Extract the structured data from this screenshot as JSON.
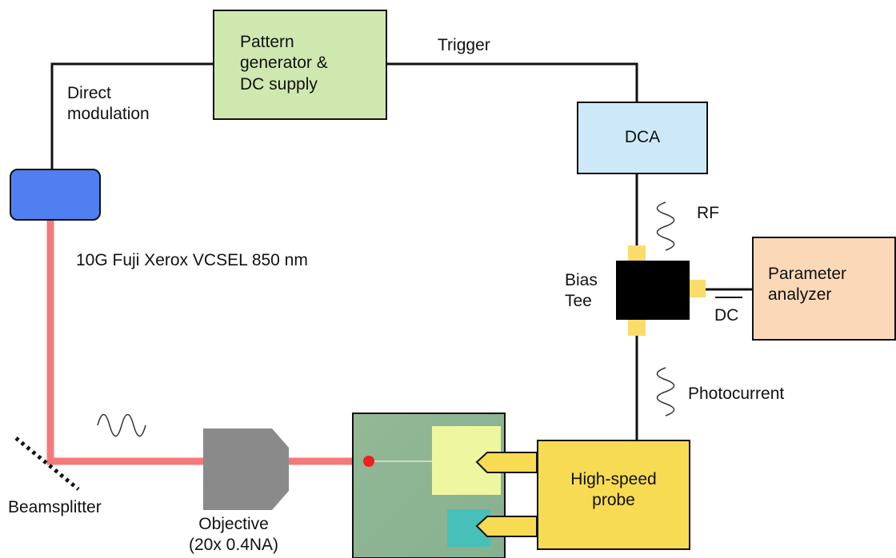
{
  "boxes": {
    "pattern_generator": "Pattern\ngenerator &\nDC supply",
    "dca": "DCA",
    "parameter_analyzer": "Parameter\nanalyzer",
    "high_speed_probe": "High-speed\nprobe"
  },
  "labels": {
    "trigger": "Trigger",
    "direct_modulation": "Direct\nmodulation",
    "vcsel": "10G Fuji Xerox VCSEL 850 nm",
    "rf": "RF",
    "bias_tee": "Bias\nTee",
    "dc": "DC",
    "photocurrent": "Photocurrent",
    "beamsplitter": "Beamsplitter",
    "objective": "Objective\n(20x 0.4NA)"
  },
  "colors": {
    "pattern_generator_fill": "#cfe8b0",
    "dca_fill": "#cde9f7",
    "parameter_analyzer_fill": "#fbd9b8",
    "high_speed_probe_fill": "#f7db52",
    "vcsel_fill": "#4f7ff0",
    "laser_beam": "#f47a7a",
    "laser_spot": "#ee1f1f",
    "bias_tee_body": "#000000",
    "bias_tee_connector": "#f9dc6a",
    "objective_fill": "#8a8a8a",
    "device_chip": "#8fb890",
    "device_pad_large": "#eef6a0",
    "device_pad_small": "#46c0b8"
  },
  "icons": [
    "wave-icon-rf",
    "wave-icon-photocurrent",
    "wave-icon-optical"
  ]
}
